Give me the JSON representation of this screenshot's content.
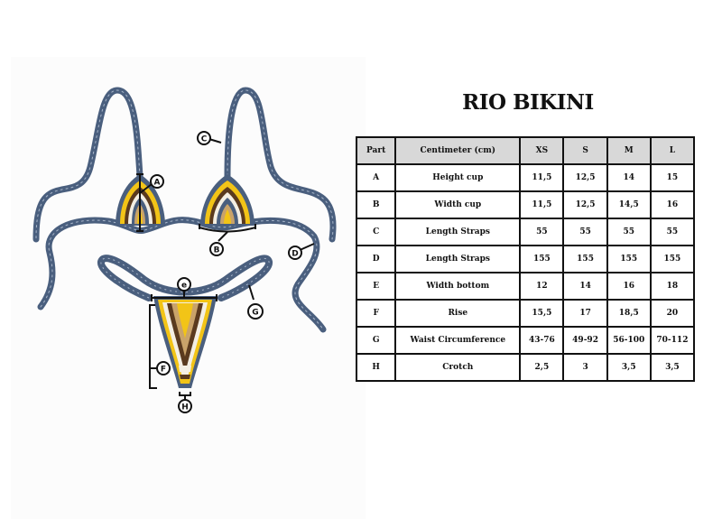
{
  "title": "RIO BIKINI",
  "colors": {
    "strap": "#4a5f7e",
    "yellow": "#f2c417",
    "brown": "#5a3a1e",
    "tan": "#c9a36a",
    "cream": "#f4efe3",
    "header_bg": "#d8d8d8",
    "border": "#111111"
  },
  "diagram": {
    "labels": {
      "A": "A",
      "B": "B",
      "C": "C",
      "D": "D",
      "E": "e",
      "F": "F",
      "G": "G",
      "H": "H"
    }
  },
  "table": {
    "headers": [
      "Part",
      "Centimeter (cm)",
      "XS",
      "S",
      "M",
      "L"
    ],
    "rows": [
      [
        "A",
        "Height cup",
        "11,5",
        "12,5",
        "14",
        "15"
      ],
      [
        "B",
        "Width cup",
        "11,5",
        "12,5",
        "14,5",
        "16"
      ],
      [
        "C",
        "Length Straps",
        "55",
        "55",
        "55",
        "55"
      ],
      [
        "D",
        "Length Straps",
        "155",
        "155",
        "155",
        "155"
      ],
      [
        "E",
        "Width bottom",
        "12",
        "14",
        "16",
        "18"
      ],
      [
        "F",
        "Rise",
        "15,5",
        "17",
        "18,5",
        "20"
      ],
      [
        "G",
        "Waist Circumference",
        "43-76",
        "49-92",
        "56-100",
        "70-112"
      ],
      [
        "H",
        "Crotch",
        "2,5",
        "3",
        "3,5",
        "3,5"
      ]
    ]
  }
}
